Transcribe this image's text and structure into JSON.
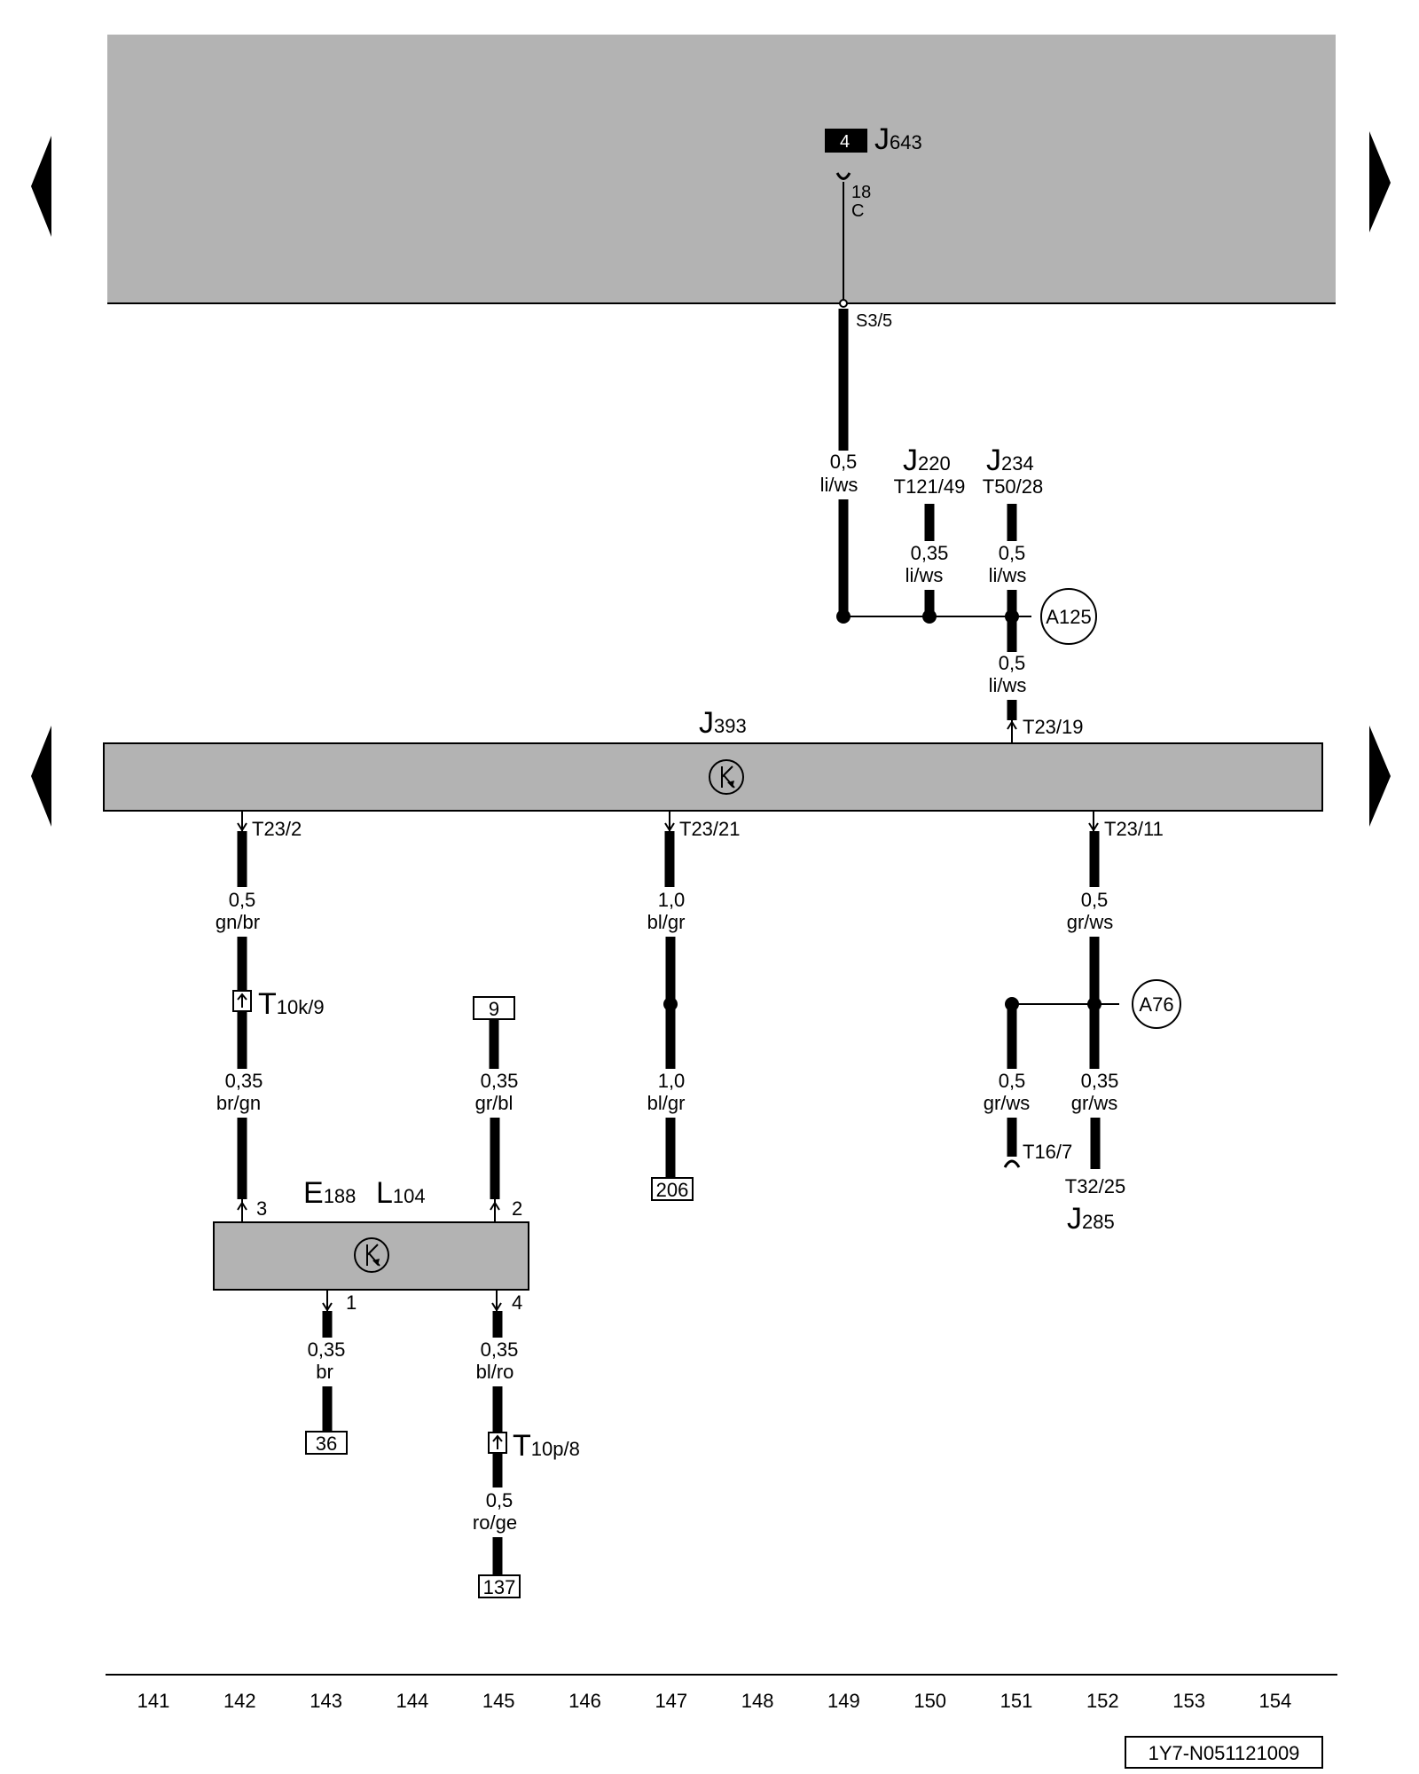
{
  "nav": {
    "left_arrow_icon": "triangle-left-icon",
    "right_arrow_icon": "triangle-right-icon"
  },
  "top_panel": {
    "badge": "4",
    "component": "J",
    "component_sub": "643",
    "pin": "18",
    "pin_letter": "C",
    "connector": "S3/5"
  },
  "wire_main_left": {
    "size": "0,5",
    "color": "li/ws"
  },
  "j220": {
    "letter": "J",
    "sub": "220",
    "pin": "T121/49",
    "size": "0,35",
    "color": "li/ws"
  },
  "j234": {
    "letter": "J",
    "sub": "234",
    "pin": "T50/28",
    "size": "0,5",
    "color": "li/ws"
  },
  "a125": "A125",
  "wire_to_j393": {
    "size": "0,5",
    "color": "li/ws",
    "pin": "T23/19"
  },
  "j393": {
    "letter": "J",
    "sub": "393",
    "icon": "clock-arrow-icon"
  },
  "pins": {
    "p2": "T23/2",
    "p21": "T23/21",
    "p11": "T23/11"
  },
  "w_gnbr": {
    "size": "0,5",
    "color": "gn/br"
  },
  "t10k": {
    "letter": "T",
    "sub": "10k/9"
  },
  "w_brgn": {
    "size": "0,35",
    "color": "br/gn"
  },
  "box9": "9",
  "w_grbl": {
    "size": "0,35",
    "color": "gr/bl"
  },
  "w_blgr1": {
    "size": "1,0",
    "color": "bl/gr"
  },
  "w_blgr2": {
    "size": "1,0",
    "color": "bl/gr"
  },
  "box206": "206",
  "w_grws": {
    "size": "0,5",
    "color": "gr/ws"
  },
  "a76": "A76",
  "w_grws_left": {
    "size": "0,5",
    "color": "gr/ws",
    "pin": "T16/7"
  },
  "w_grws_right": {
    "size": "0,35",
    "color": "gr/ws",
    "pin": "T32/25"
  },
  "j285": {
    "letter": "J",
    "sub": "285"
  },
  "e188": {
    "letter_e": "E",
    "sub_e": "188",
    "letter_l": "L",
    "sub_l": "104",
    "pin3": "3",
    "pin2": "2",
    "pin1": "1",
    "pin4": "4"
  },
  "w_br": {
    "size": "0,35",
    "color": "br"
  },
  "box36": "36",
  "w_blro": {
    "size": "0,35",
    "color": "bl/ro"
  },
  "t10p": {
    "letter": "T",
    "sub": "10p/8"
  },
  "w_roge": {
    "size": "0,5",
    "color": "ro/ge"
  },
  "box137": "137",
  "ruler": [
    "141",
    "142",
    "143",
    "144",
    "145",
    "146",
    "147",
    "148",
    "149",
    "150",
    "151",
    "152",
    "153",
    "154"
  ],
  "doc_id": "1Y7-N051121009"
}
